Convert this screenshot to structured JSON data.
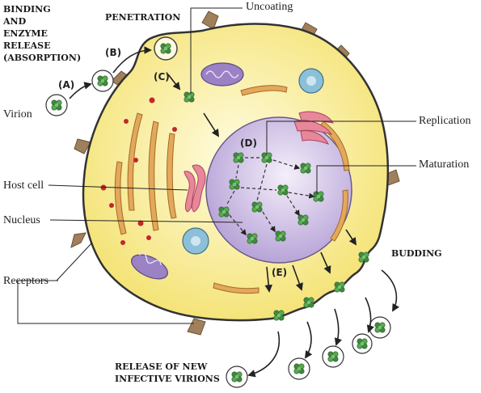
{
  "labels": {
    "binding_line1": "BINDING",
    "binding_line2": "AND",
    "binding_line3": "ENZYME",
    "binding_line4": "RELEASE",
    "binding_line5": "(ABSORPTION)",
    "penetration": "PENETRATION",
    "uncoating": "Uncoating",
    "virion": "Virion",
    "replication": "Replication",
    "host_cell": "Host cell",
    "maturation": "Maturation",
    "nucleus": "Nucleus",
    "budding": "BUDDING",
    "receptors": "Receptors",
    "release_line1": "RELEASE OF NEW",
    "release_line2": "INFECTIVE VIRIONS"
  },
  "stages": {
    "a": "(A)",
    "b": "(B)",
    "c": "(C)",
    "d": "(D)",
    "e": "(E)"
  },
  "colors": {
    "cytoplasm": "#fbf0a8",
    "nucleus": "#cdbde8",
    "virus": "#4e9a4a",
    "mitochondria": "#e3a85a",
    "golgi": "#e8869a",
    "receptor": "#a0805c",
    "outline": "#333333"
  }
}
